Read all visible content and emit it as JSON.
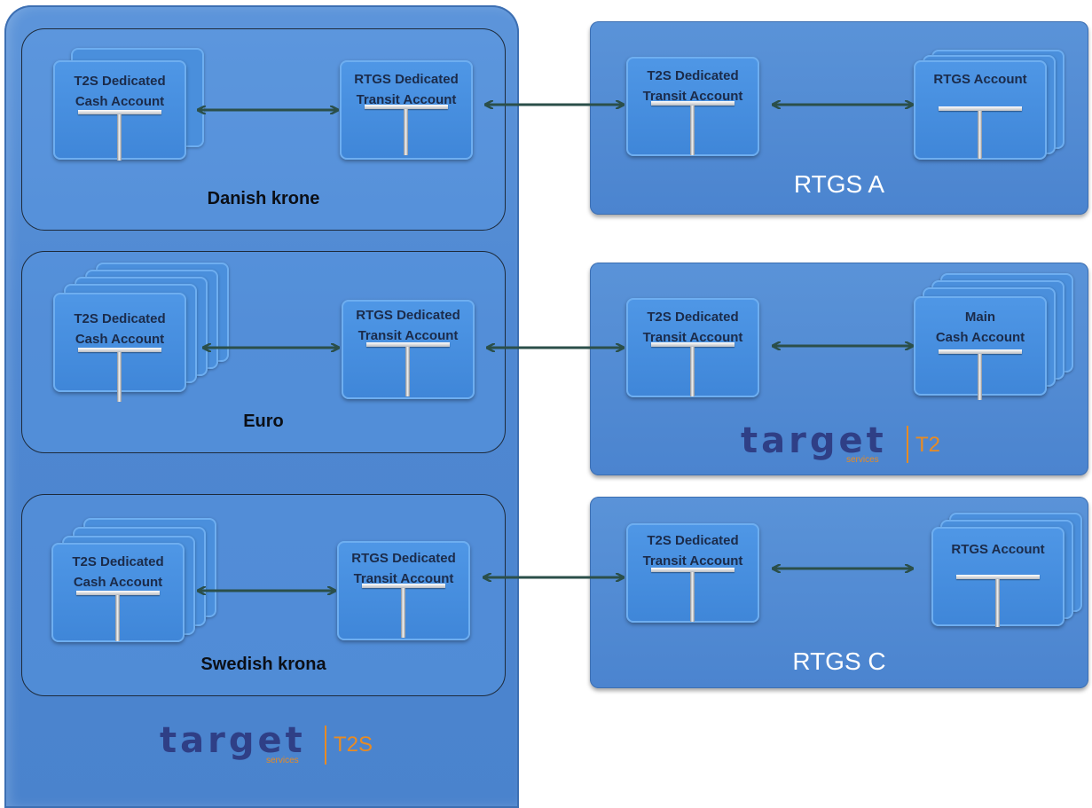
{
  "left_panel": {
    "currencies": [
      {
        "label": "Danish krone",
        "cash_account": "T2S Dedicated\nCash Account",
        "transit_account": "RTGS Dedicated\nTransit Account"
      },
      {
        "label": "Euro",
        "cash_account": "T2S Dedicated\nCash Account",
        "transit_account": "RTGS Dedicated\nTransit Account"
      },
      {
        "label": "Swedish krona",
        "cash_account": "T2S Dedicated\nCash Account",
        "transit_account": "RTGS Dedicated\nTransit Account"
      }
    ],
    "logo": {
      "word": "target",
      "sub": "services",
      "tag": "T2S"
    }
  },
  "right_panels": [
    {
      "title": "RTGS A",
      "transit_account": "T2S Dedicated\nTransit Account",
      "main_account": "RTGS Account"
    },
    {
      "title": "",
      "transit_account": "T2S Dedicated\nTransit Account",
      "main_account": "Main\nCash Account",
      "logo": {
        "word": "target",
        "sub": "services",
        "tag": "T2"
      }
    },
    {
      "title": "RTGS C",
      "transit_account": "T2S Dedicated\nTransit Account",
      "main_account": "RTGS Account"
    }
  ],
  "colors": {
    "panel_blue": "#4f88d2",
    "account_blue": "#3f86d8",
    "arrow": "#2b4f4a",
    "logo_navy": "#2f3f86",
    "logo_orange": "#e88b23"
  }
}
